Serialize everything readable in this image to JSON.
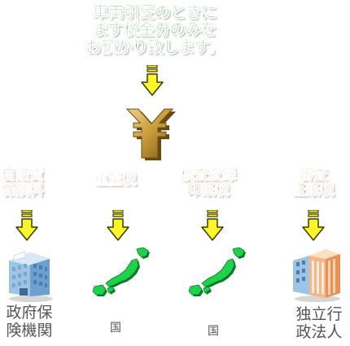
{
  "top_note": {
    "lines": [
      "車両引受のときに",
      "まず税金分のみを",
      "お預かり致します。"
    ]
  },
  "categories": [
    {
      "lines": [
        "自賠責",
        "保険料"
      ],
      "icon": "office-building-icon",
      "recipient_lines": [
        "政府保",
        "険機関"
      ]
    },
    {
      "lines": [
        "重量税"
      ],
      "icon": "japan-map-icon",
      "recipient_lines": [
        "国"
      ]
    },
    {
      "lines": [
        "検査登録",
        "印紙税"
      ],
      "icon": "japan-map-icon",
      "recipient_lines": [
        "国"
      ]
    },
    {
      "lines": [
        "審査",
        "証紙税"
      ],
      "icon": "office-tower-icon",
      "recipient_lines": [
        "独立行",
        "政法人"
      ]
    }
  ],
  "colors": {
    "top_text": "#39b043",
    "category_text": "#f07a35",
    "arrow_fill": "#fdf52c",
    "arrow_stroke": "#3a3a00",
    "yen_gold": "#c79a3a",
    "map_green": "#1ed24a"
  }
}
